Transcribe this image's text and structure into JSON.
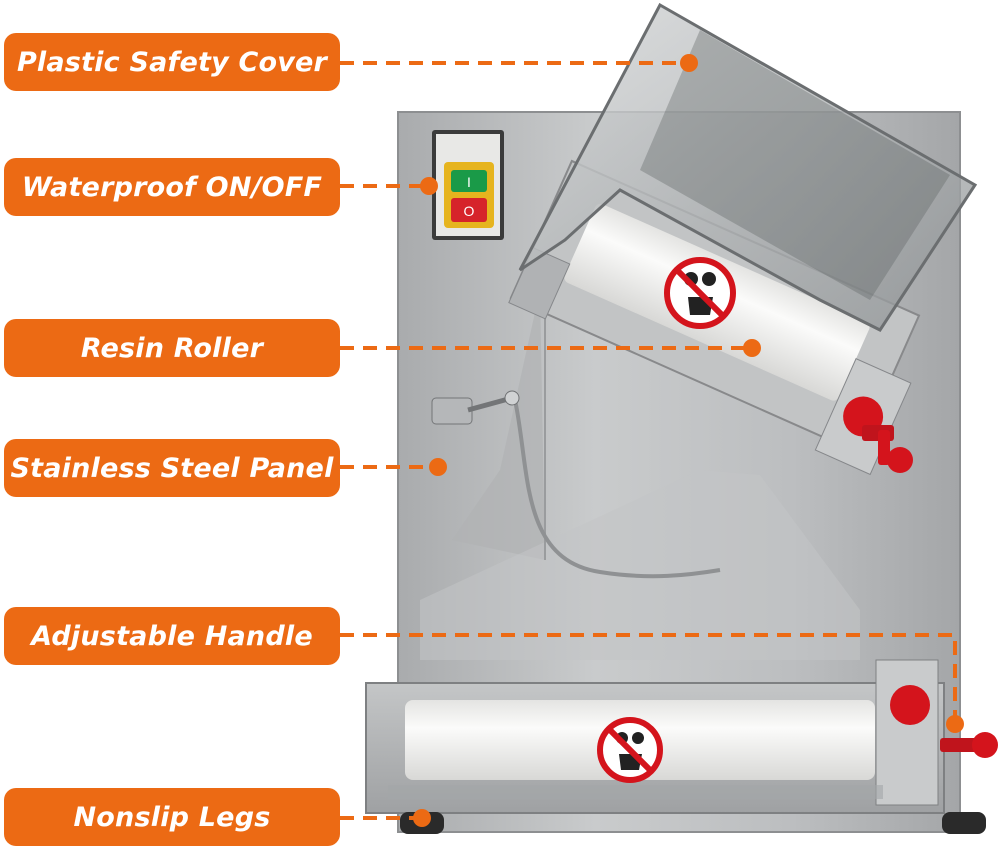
{
  "colors": {
    "accent": "#ec6a14",
    "steel": "#b9bbbd",
    "roller": "#f2f2f0",
    "knob_red": "#d4141c",
    "switch_yellow": "#e6b41e",
    "switch_green": "#1a9a48",
    "switch_red": "#d6232a"
  },
  "labels": [
    {
      "id": "plastic-safety-cover",
      "text": "Plastic Safety Cover"
    },
    {
      "id": "waterproof-on-off",
      "text": "Waterproof ON/OFF"
    },
    {
      "id": "resin-roller",
      "text": "Resin Roller"
    },
    {
      "id": "stainless-steel-panel",
      "text": "Stainless Steel Panel"
    },
    {
      "id": "adjustable-handle",
      "text": "Adjustable Handle"
    },
    {
      "id": "nonslip-legs",
      "text": "Nonslip Legs"
    }
  ],
  "switch": {
    "on_symbol": "I",
    "off_symbol": "O"
  },
  "icons": [
    "no-hands-warning-icon",
    "no-hands-warning-icon"
  ]
}
